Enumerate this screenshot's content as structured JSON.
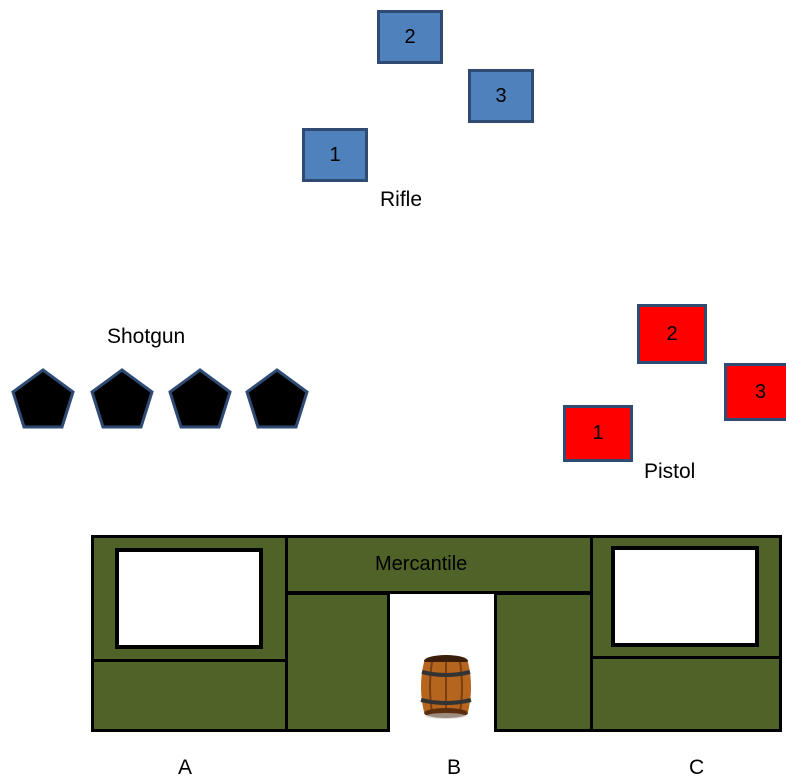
{
  "stages": {
    "rifle": {
      "label": "Rifle",
      "targets": [
        "1",
        "2",
        "3"
      ],
      "color": "#4f81bd"
    },
    "pistol": {
      "label": "Pistol",
      "targets": [
        "1",
        "2",
        "3"
      ],
      "color": "#ff0000"
    },
    "shotgun": {
      "label": "Shotgun",
      "target_count": 4,
      "target_shape": "pentagon",
      "color": "#000000"
    }
  },
  "building": {
    "sign": "Mercantile",
    "wall_color": "#4f6228",
    "prop": "barrel-icon"
  },
  "positions": [
    "A",
    "B",
    "C"
  ]
}
